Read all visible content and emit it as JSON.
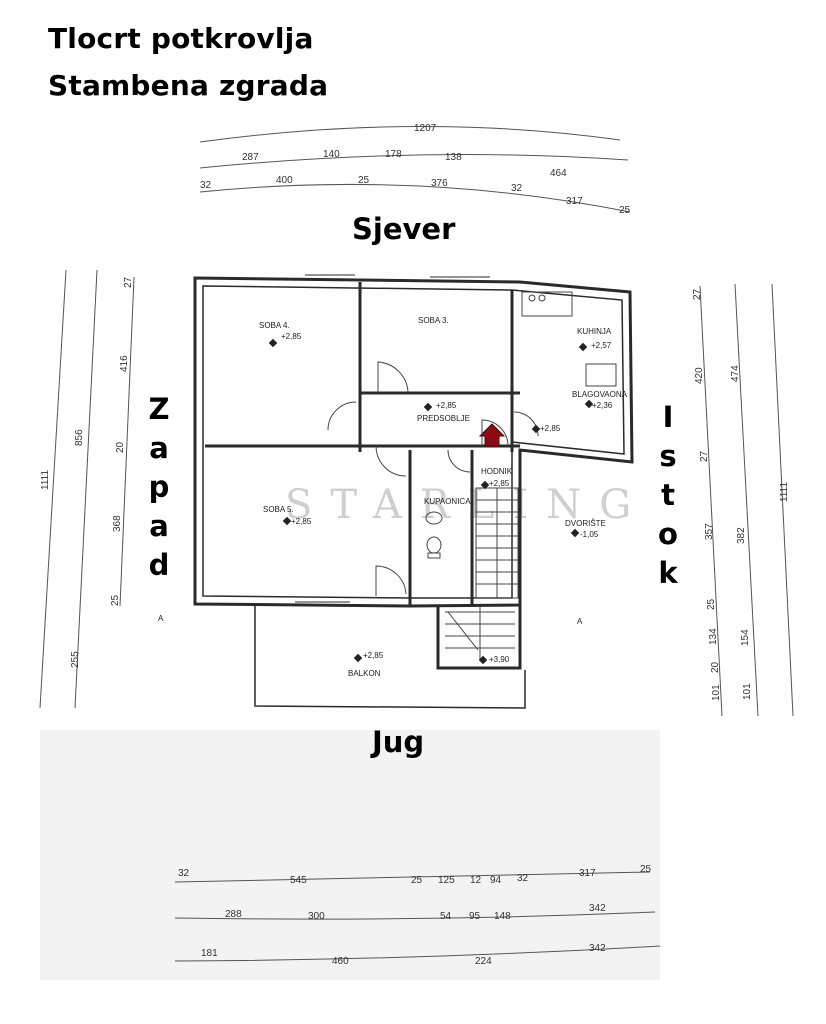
{
  "title_line_1": "Tlocrt potkrovlja",
  "title_line_2": "Stambena zgrada",
  "compass": {
    "north": "Sjever",
    "south": "Jug",
    "west": "Zapad",
    "east": "Istok"
  },
  "watermark": "STARLING",
  "rooms": {
    "soba4": "SOBA 4.",
    "soba4_level": "+2,85",
    "soba3": "SOBA 3.",
    "kuhinja": "KUHINJA",
    "kuhinja_level": "+2,57",
    "blagovaona": "BLAGOVAONA",
    "blagovaona_level": "+2,36",
    "predsoblje": "PREDSOBLJE",
    "predsoblje_level": "+2,85",
    "predsoblje_level_2": "+2,85",
    "hodnik": "HODNIK",
    "hodnik_level": "+2,85",
    "kupaonica": "KUPAONICA",
    "soba5": "SOBA 5.",
    "soba5_level": "+2,85",
    "dvoriste": "DVORIŠTE",
    "dvoriste_level": "-1,05",
    "balkon": "BALKON",
    "balkon_level": "+2,85",
    "stair_level": "+3,90",
    "section_left": "A",
    "section_right": "A"
  },
  "dimensions": {
    "top_total": "1207",
    "top_row2": [
      "287",
      "140",
      "178",
      "138",
      "464"
    ],
    "top_row3": [
      "32",
      "400",
      "25",
      "376",
      "32",
      "317",
      "25"
    ],
    "bottom_row1": [
      "32",
      "545",
      "25",
      "125",
      "12",
      "94",
      "32",
      "317",
      "25"
    ],
    "bottom_row2": [
      "288",
      "300",
      "54",
      "95",
      "148",
      "342"
    ],
    "bottom_row3": [
      "181",
      "460",
      "224",
      "342"
    ],
    "left_inner": [
      "27",
      "416",
      "20",
      "368",
      "25"
    ],
    "left_mid": "856",
    "left_outer": "1111",
    "left_bottom": "255",
    "right_inner": [
      "27",
      "420",
      "27",
      "357",
      "25",
      "134",
      "20",
      "101"
    ],
    "right_mid": [
      "474",
      "382",
      "154",
      "101"
    ],
    "right_outer": "1111"
  },
  "colors": {
    "arrow": "#8b0a14",
    "wall": "#2a2a2a"
  }
}
